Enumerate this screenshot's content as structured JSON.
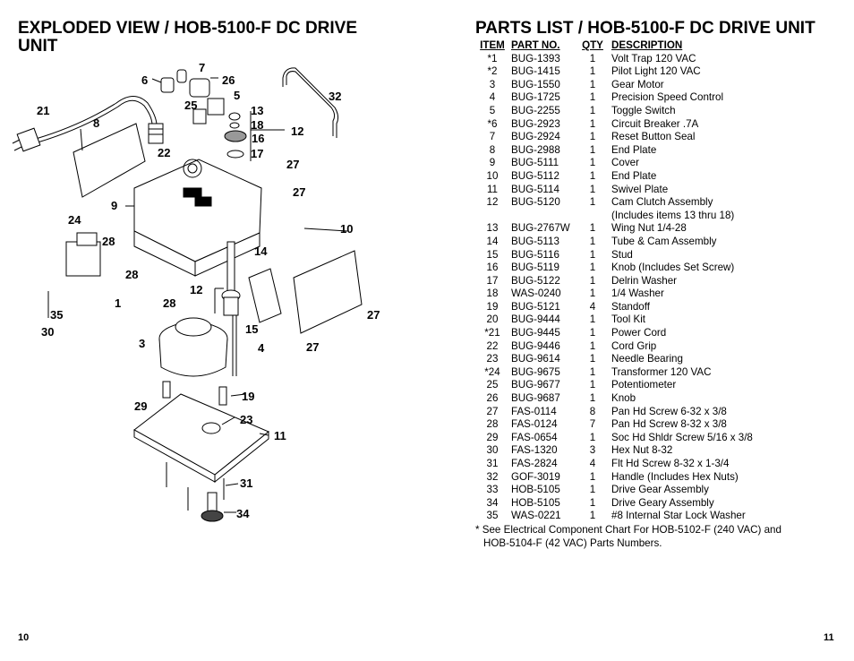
{
  "left_page": {
    "title": "EXPLODED VIEW / HOB-5100-F DC DRIVE UNIT",
    "page_number": "10",
    "callouts": [
      "6",
      "7",
      "26",
      "25",
      "5",
      "13",
      "18",
      "16",
      "17",
      "12",
      "32",
      "21",
      "8",
      "22",
      "27",
      "27",
      "9",
      "24",
      "28",
      "28",
      "1",
      "28",
      "10",
      "12",
      "14",
      "15",
      "4",
      "3",
      "35",
      "30",
      "27",
      "27",
      "29",
      "19",
      "23",
      "11",
      "31",
      "34"
    ]
  },
  "right_page": {
    "title": "PARTS LIST / HOB-5100-F DC DRIVE UNIT",
    "page_number": "11",
    "headers": {
      "item": "ITEM",
      "part": "PART NO.",
      "qty": "QTY",
      "desc": "DESCRIPTION"
    },
    "parts": [
      {
        "item": "*1",
        "part": "BUG-1393",
        "qty": "1",
        "desc": "Volt Trap 120 VAC"
      },
      {
        "item": "*2",
        "part": "BUG-1415",
        "qty": "1",
        "desc": "Pilot Light 120 VAC"
      },
      {
        "item": "3",
        "part": "BUG-1550",
        "qty": "1",
        "desc": "Gear Motor"
      },
      {
        "item": "4",
        "part": "BUG-1725",
        "qty": "1",
        "desc": "Precision Speed Control"
      },
      {
        "item": "5",
        "part": "BUG-2255",
        "qty": "1",
        "desc": "Toggle Switch"
      },
      {
        "item": "*6",
        "part": "BUG-2923",
        "qty": "1",
        "desc": "Circuit Breaker .7A"
      },
      {
        "item": "7",
        "part": "BUG-2924",
        "qty": "1",
        "desc": "Reset Button Seal"
      },
      {
        "item": "8",
        "part": "BUG-2988",
        "qty": "1",
        "desc": "End Plate"
      },
      {
        "item": "9",
        "part": "BUG-5111",
        "qty": "1",
        "desc": "Cover"
      },
      {
        "item": "10",
        "part": "BUG-5112",
        "qty": "1",
        "desc": "End Plate"
      },
      {
        "item": "11",
        "part": "BUG-5114",
        "qty": "1",
        "desc": "Swivel Plate"
      },
      {
        "item": "12",
        "part": "BUG-5120",
        "qty": "1",
        "desc": "Cam Clutch Assembly"
      },
      {
        "item": "",
        "part": "",
        "qty": "",
        "desc": "(Includes items 13 thru 18)"
      },
      {
        "item": "13",
        "part": "BUG-2767W",
        "qty": "1",
        "desc": "Wing Nut 1/4-28"
      },
      {
        "item": "14",
        "part": "BUG-5113",
        "qty": "1",
        "desc": "Tube & Cam Assembly"
      },
      {
        "item": "15",
        "part": "BUG-5116",
        "qty": "1",
        "desc": "Stud"
      },
      {
        "item": "16",
        "part": "BUG-5119",
        "qty": "1",
        "desc": "Knob (Includes Set Screw)"
      },
      {
        "item": "17",
        "part": "BUG-5122",
        "qty": "1",
        "desc": "Delrin Washer"
      },
      {
        "item": "18",
        "part": "WAS-0240",
        "qty": "1",
        "desc": "1/4 Washer"
      },
      {
        "item": "19",
        "part": "BUG-5121",
        "qty": "4",
        "desc": "Standoff"
      },
      {
        "item": "20",
        "part": "BUG-9444",
        "qty": "1",
        "desc": "Tool Kit"
      },
      {
        "item": "*21",
        "part": "BUG-9445",
        "qty": "1",
        "desc": "Power Cord"
      },
      {
        "item": "22",
        "part": "BUG-9446",
        "qty": "1",
        "desc": "Cord Grip"
      },
      {
        "item": "23",
        "part": "BUG-9614",
        "qty": "1",
        "desc": "Needle Bearing"
      },
      {
        "item": "*24",
        "part": "BUG-9675",
        "qty": "1",
        "desc": "Transformer 120 VAC"
      },
      {
        "item": "25",
        "part": "BUG-9677",
        "qty": "1",
        "desc": "Potentiometer"
      },
      {
        "item": "26",
        "part": "BUG-9687",
        "qty": "1",
        "desc": "Knob"
      },
      {
        "item": "27",
        "part": "FAS-0114",
        "qty": "8",
        "desc": "Pan Hd Screw 6-32 x 3/8"
      },
      {
        "item": "28",
        "part": "FAS-0124",
        "qty": "7",
        "desc": "Pan Hd Screw 8-32 x 3/8"
      },
      {
        "item": "29",
        "part": "FAS-0654",
        "qty": "1",
        "desc": "Soc Hd Shldr Screw 5/16 x 3/8"
      },
      {
        "item": "30",
        "part": "FAS-1320",
        "qty": "3",
        "desc": "Hex Nut 8-32"
      },
      {
        "item": "31",
        "part": "FAS-2824",
        "qty": "4",
        "desc": "Flt Hd Screw 8-32 x 1-3/4"
      },
      {
        "item": "32",
        "part": "GOF-3019",
        "qty": "1",
        "desc": "Handle (Includes Hex Nuts)"
      },
      {
        "item": "33",
        "part": "HOB-5105",
        "qty": "1",
        "desc": "Drive Gear Assembly"
      },
      {
        "item": "34",
        "part": "HOB-5105",
        "qty": "1",
        "desc": "Drive Geary Assembly"
      },
      {
        "item": "35",
        "part": "WAS-0221",
        "qty": "1",
        "desc": "#8 Internal Star Lock Washer"
      }
    ],
    "footnote_line1": "* See Electrical Component Chart For HOB-5102-F (240 VAC) and",
    "footnote_line2": "HOB-5104-F (42 VAC) Parts Numbers."
  }
}
